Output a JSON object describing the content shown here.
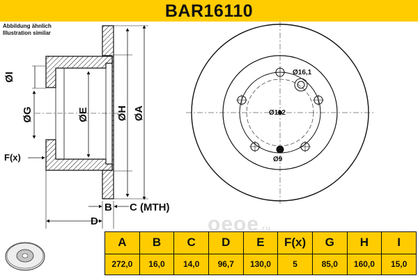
{
  "header": {
    "title": "BAR16110",
    "bg_color": "#ffcc00"
  },
  "notes": {
    "de": "Abbildung ähnlich",
    "en": "Illustration similar"
  },
  "section_labels": {
    "I": "ØI",
    "G": "ØG",
    "E": "ØE",
    "H": "ØH",
    "A": "ØA",
    "F": "F(x)",
    "B": "B",
    "C": "C (MTH)",
    "D": "D"
  },
  "front_view_labels": {
    "bolt_hole": "Ø16,1",
    "pcd": "Ø112",
    "small_hole": "Ø9"
  },
  "watermark": {
    "text": "oeoe",
    "suffix": ".ru"
  },
  "table": {
    "headers": [
      "A",
      "B",
      "C",
      "D",
      "E",
      "F(x)",
      "G",
      "H",
      "I"
    ],
    "values": [
      "272,0",
      "16,0",
      "14,0",
      "96,7",
      "130,0",
      "5",
      "85,0",
      "160,0",
      "15,0"
    ]
  },
  "icons": {
    "thumbnail": "brake-disc-thumbnail-icon"
  }
}
